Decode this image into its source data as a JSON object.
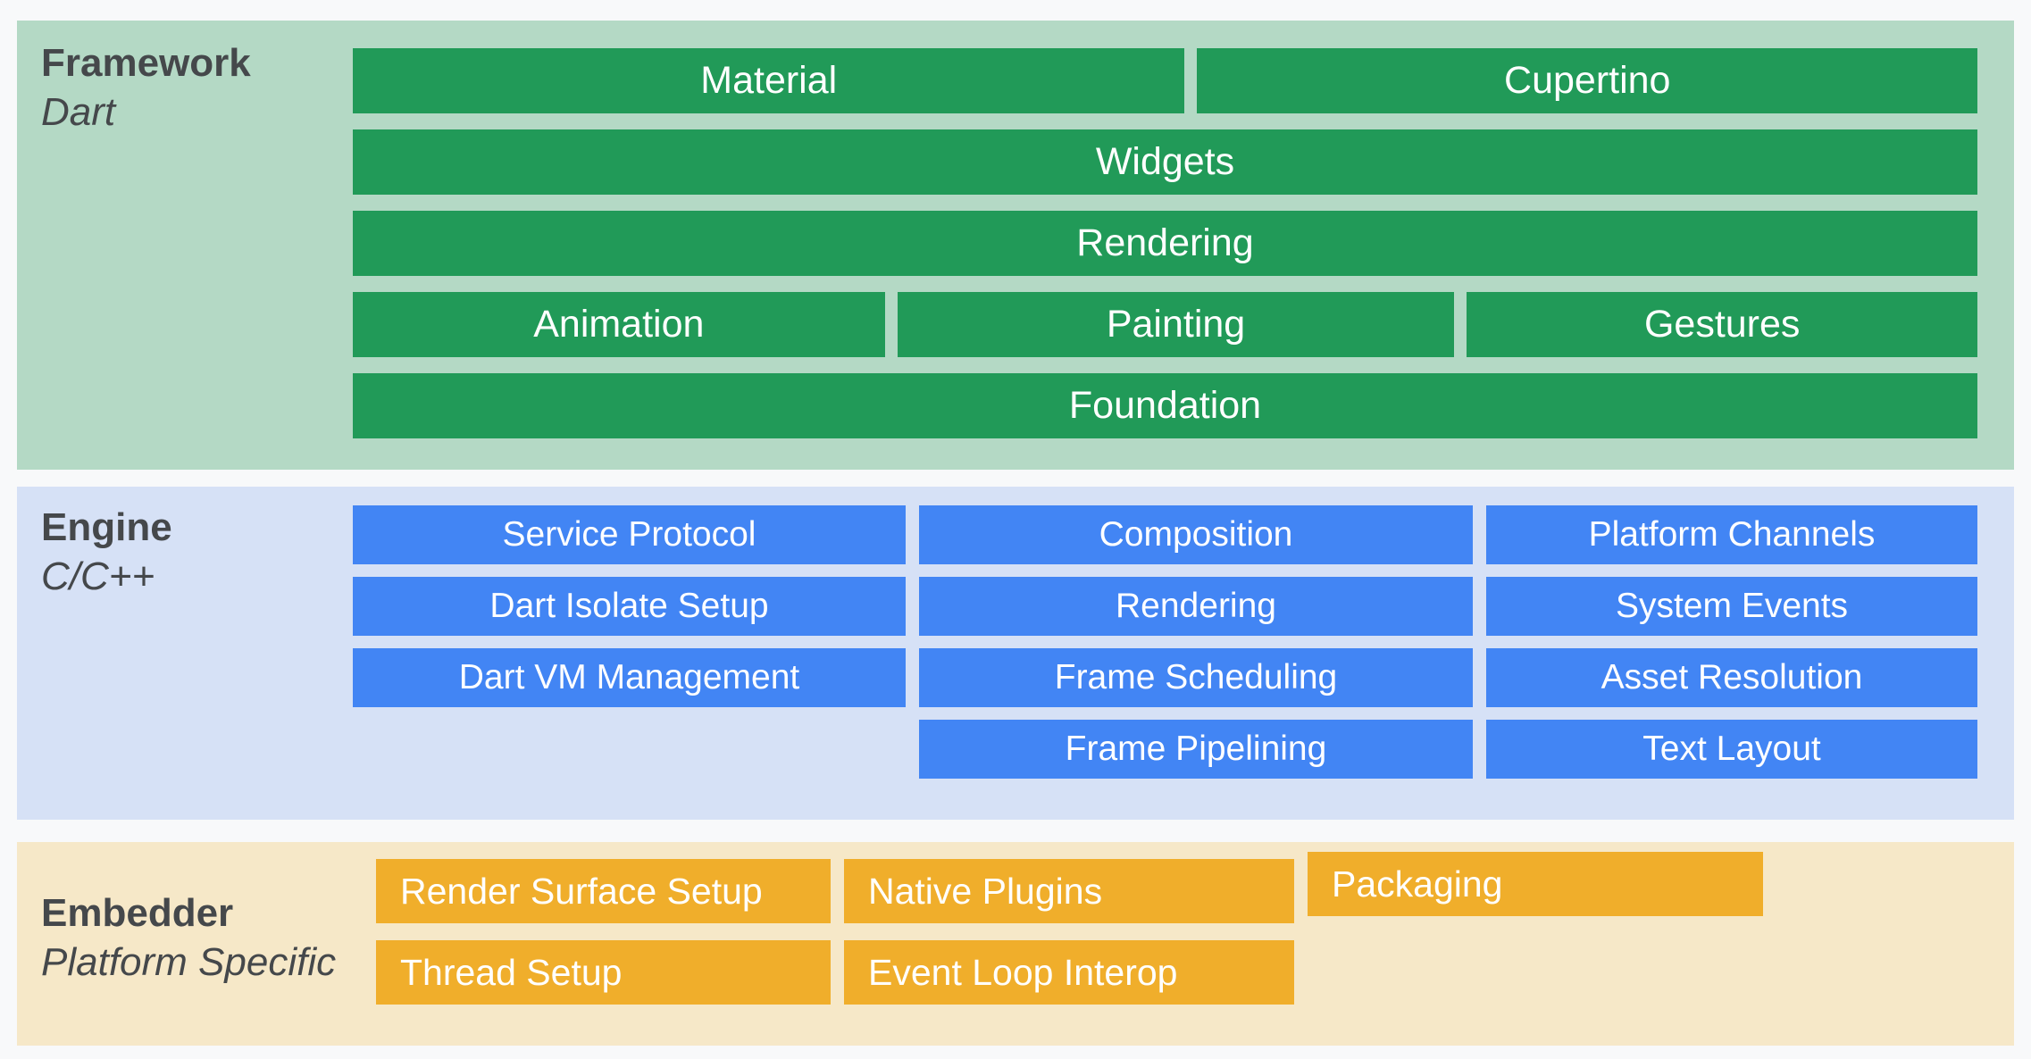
{
  "colors": {
    "page_bg": "#f8f9fa",
    "framework_bg": "#b4d9c5",
    "framework_bar": "#219a58",
    "engine_bg": "#d6e1f6",
    "engine_bar": "#4285f4",
    "embedder_bg": "#f6e8c8",
    "embedder_bar": "#f0ae2b",
    "label_text": "#45484b",
    "bar_text": "#ffffff"
  },
  "framework": {
    "title": "Framework",
    "subtitle": "Dart",
    "bars": {
      "material": "Material",
      "cupertino": "Cupertino",
      "widgets": "Widgets",
      "rendering": "Rendering",
      "animation": "Animation",
      "painting": "Painting",
      "gestures": "Gestures",
      "foundation": "Foundation"
    }
  },
  "engine": {
    "title": "Engine",
    "subtitle": "C/C++",
    "bars": {
      "service_protocol": "Service Protocol",
      "dart_isolate_setup": "Dart Isolate Setup",
      "dart_vm_management": "Dart VM Management",
      "composition": "Composition",
      "rendering": "Rendering",
      "frame_scheduling": "Frame Scheduling",
      "frame_pipelining": "Frame Pipelining",
      "platform_channels": "Platform Channels",
      "system_events": "System Events",
      "asset_resolution": "Asset Resolution",
      "text_layout": "Text Layout"
    }
  },
  "embedder": {
    "title": "Embedder",
    "subtitle": "Platform Specific",
    "bars": {
      "render_surface_setup": "Render Surface Setup",
      "native_plugins": "Native Plugins",
      "packaging": "Packaging",
      "thread_setup": "Thread Setup",
      "event_loop_interop": "Event Loop Interop"
    }
  }
}
